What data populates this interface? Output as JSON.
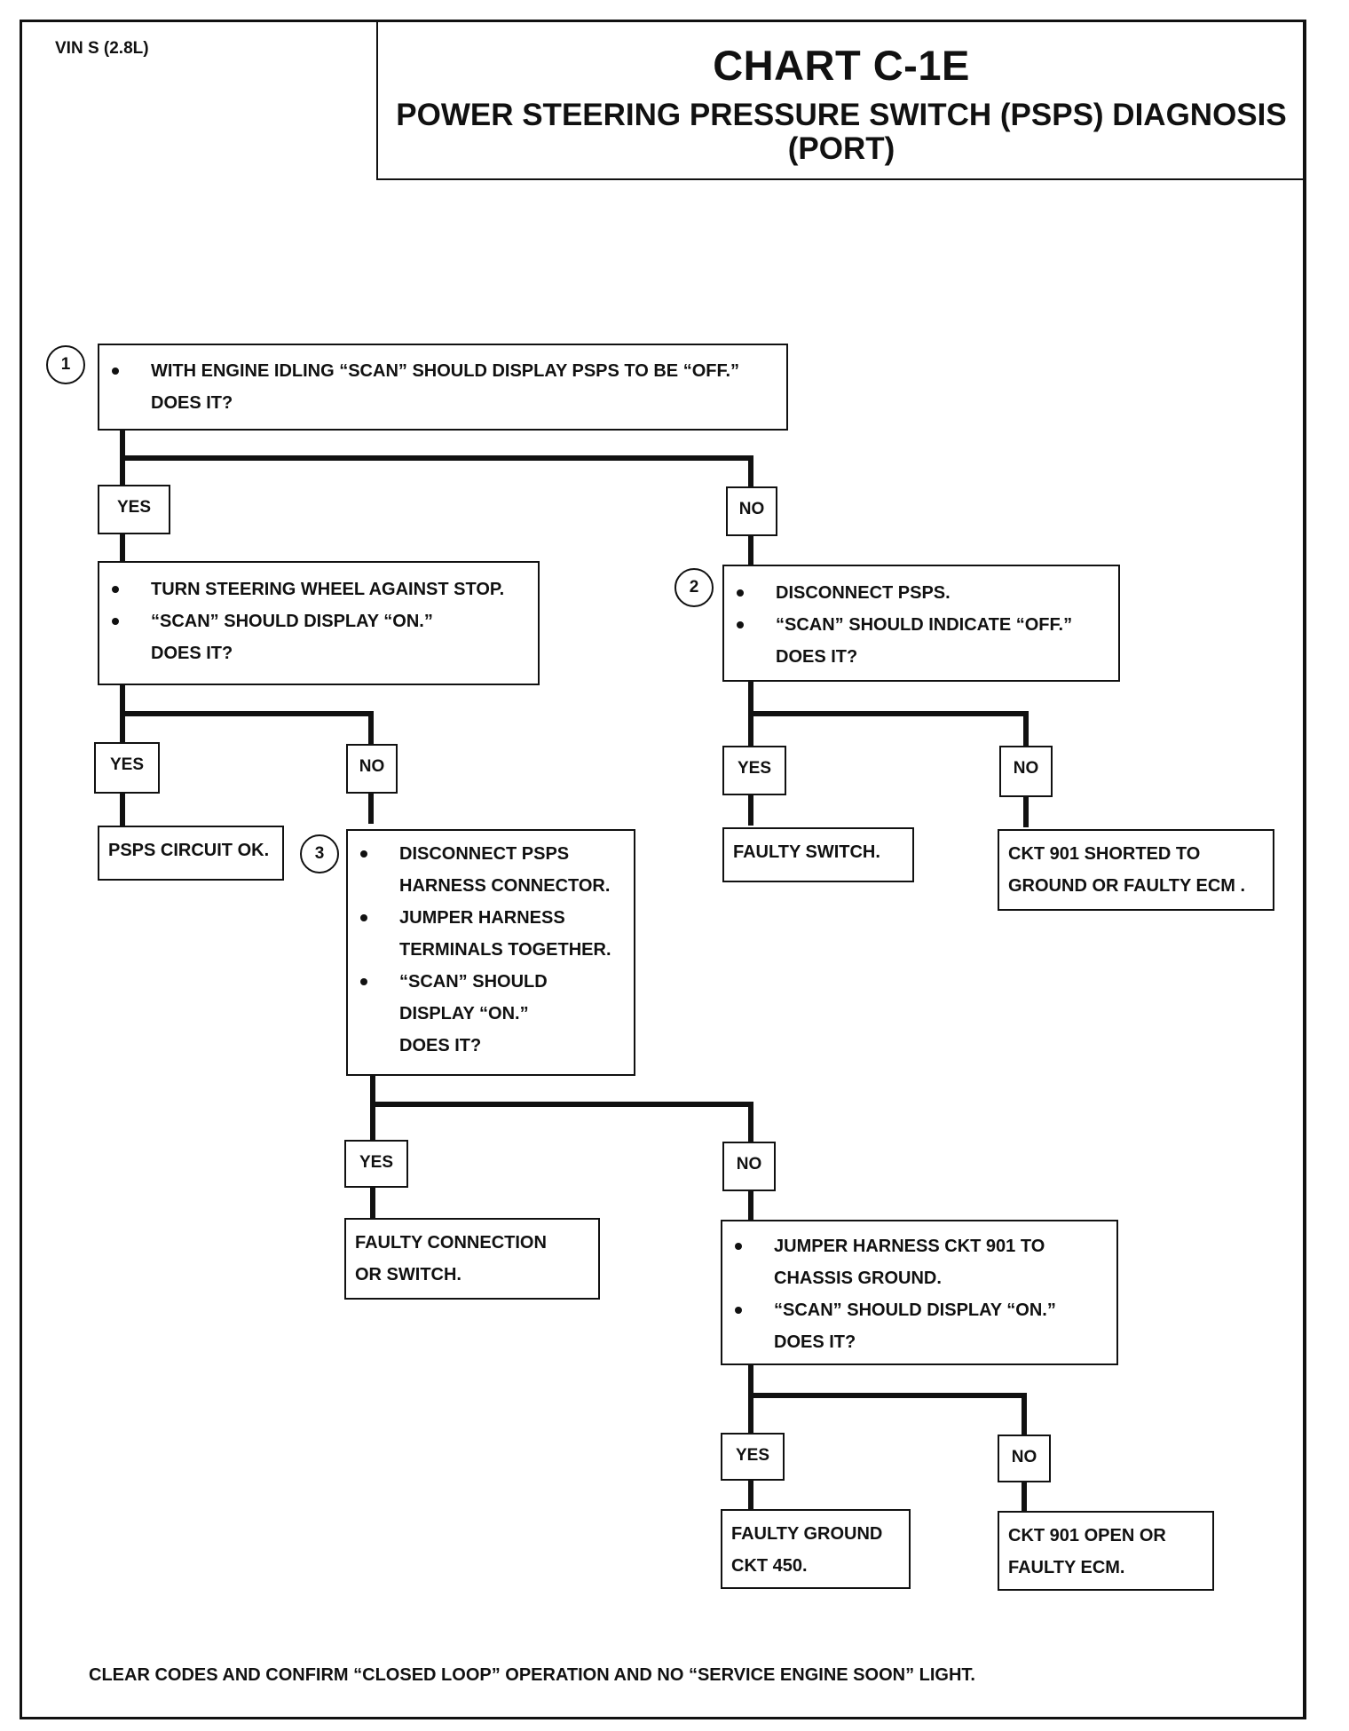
{
  "vin": "VIN S (2.8L)",
  "title": "CHART C-1E",
  "subtitle_line1": "POWER STEERING PRESSURE SWITCH (PSPS) DIAGNOSIS",
  "subtitle_line2": "(PORT)",
  "steps": {
    "s1": {
      "num": "1",
      "bullet1": "WITH ENGINE IDLING “SCAN” SHOULD DISPLAY PSPS TO BE “OFF.”",
      "bullet1_cont": "DOES IT?"
    },
    "s1yes": {
      "bullet1": "TURN STEERING WHEEL AGAINST STOP.",
      "bullet2": "“SCAN” SHOULD DISPLAY “ON.”",
      "bullet2_cont": "DOES IT?"
    },
    "s2": {
      "num": "2",
      "bullet1": "DISCONNECT PSPS.",
      "bullet2": "“SCAN” SHOULD INDICATE “OFF.”",
      "bullet2_cont": "DOES IT?"
    },
    "s3": {
      "num": "3",
      "bullet1": "DISCONNECT PSPS",
      "bullet1_cont": "HARNESS CONNECTOR.",
      "bullet2": "JUMPER HARNESS",
      "bullet2_cont": "TERMINALS TOGETHER.",
      "bullet3": "“SCAN” SHOULD",
      "bullet3_cont1": "DISPLAY “ON.”",
      "bullet3_cont2": "DOES IT?"
    },
    "s3no": {
      "bullet1": "JUMPER HARNESS CKT 901 TO",
      "bullet1_cont": "CHASSIS GROUND.",
      "bullet2": "“SCAN” SHOULD DISPLAY “ON.”",
      "bullet2_cont": "DOES IT?"
    }
  },
  "results": {
    "circuit_ok": "PSPS CIRCUIT OK.",
    "faulty_switch": "FAULTY SWITCH.",
    "ckt901_shorted_l1": "CKT 901 SHORTED TO",
    "ckt901_shorted_l2": "GROUND OR FAULTY ECM .",
    "faulty_conn_l1": "FAULTY CONNECTION",
    "faulty_conn_l2": "OR  SWITCH.",
    "faulty_ground_l1": "FAULTY GROUND",
    "faulty_ground_l2": "CKT  450.",
    "ckt901_open_l1": "CKT 901 OPEN OR",
    "ckt901_open_l2": "FAULTY ECM."
  },
  "labels": {
    "yes": "YES",
    "no": "NO"
  },
  "footer": "CLEAR CODES AND CONFIRM “CLOSED LOOP”  OPERATION AND NO “SERVICE ENGINE SOON” LIGHT."
}
